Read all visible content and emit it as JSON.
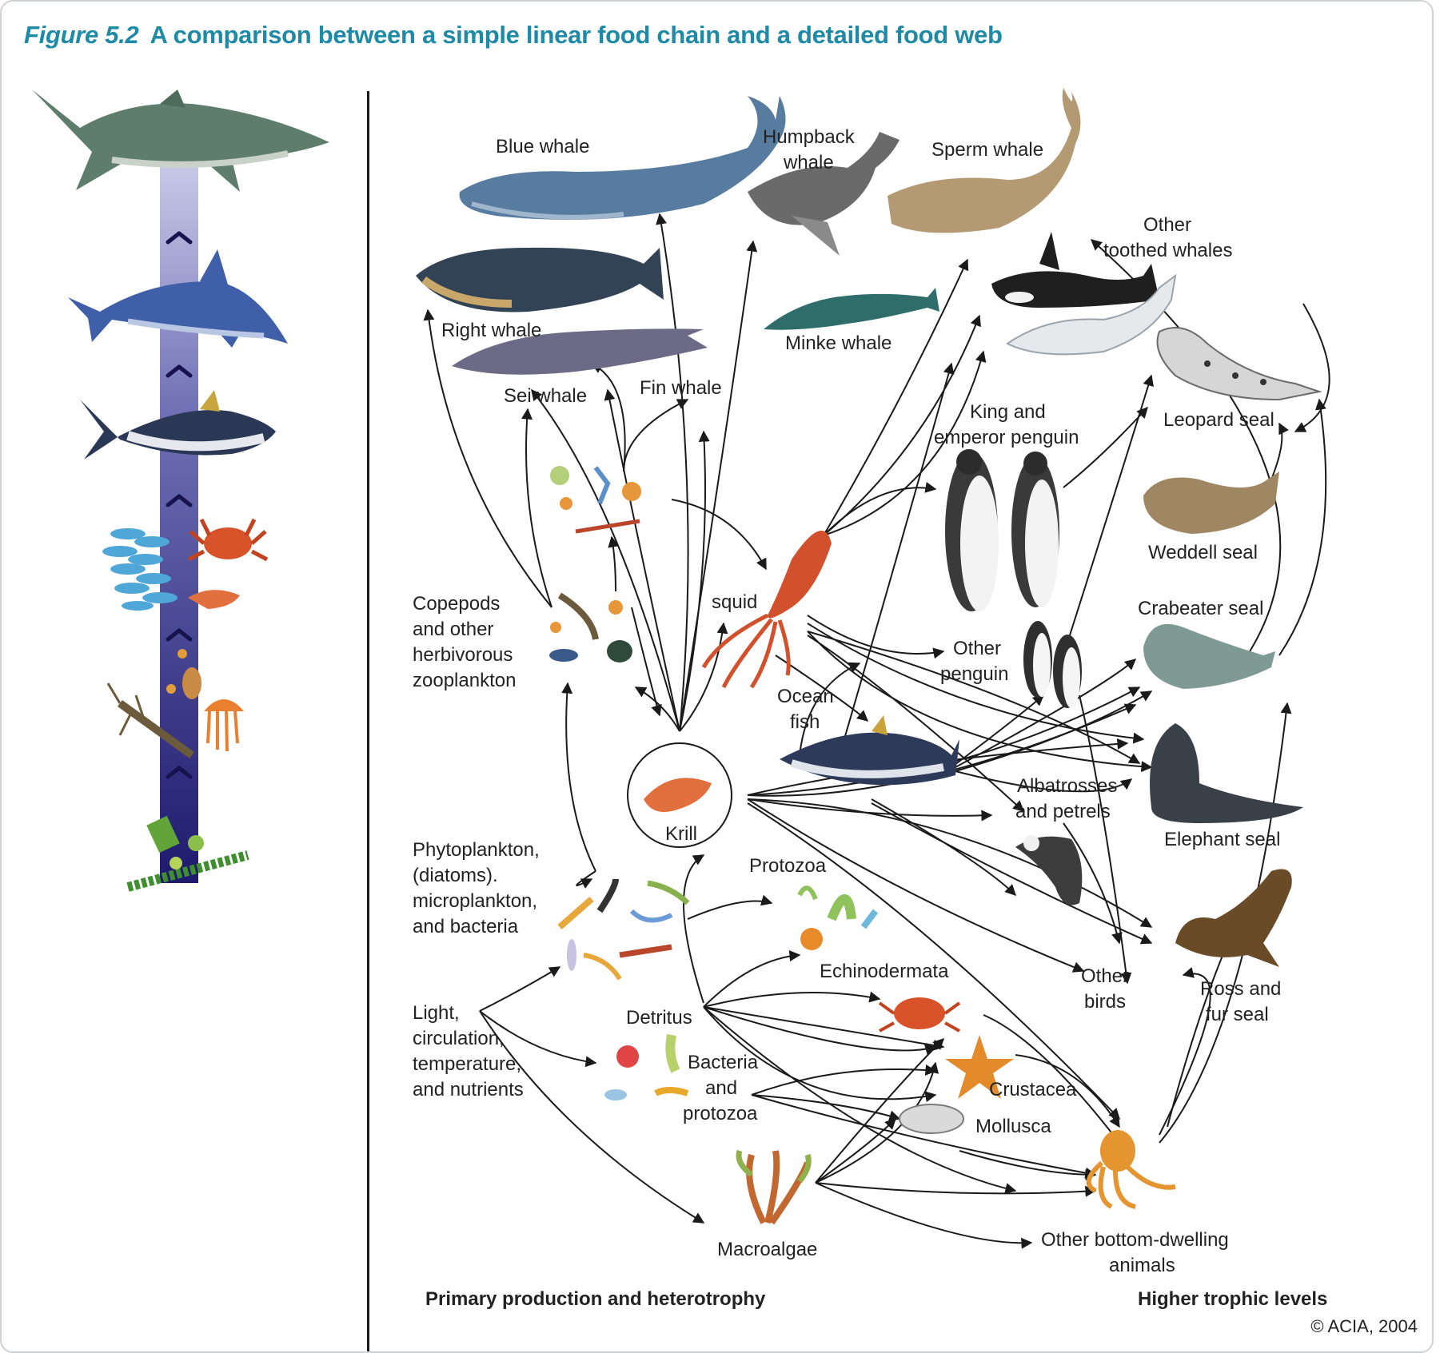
{
  "title": {
    "figure_number": "Figure 5.2",
    "text": "A comparison between a simple linear food chain and a detailed food web"
  },
  "labels": {
    "blue_whale": "Blue whale",
    "humpback_1": "Humpback",
    "humpback_2": "whale",
    "sperm_whale": "Sperm whale",
    "other_toothed_1": "Other",
    "other_toothed_2": "toothed whales",
    "right_whale": "Right whale",
    "minke_whale": "Minke whale",
    "sei_whale": "Sei whale",
    "fin_whale": "Fin whale",
    "leopard_seal": "Leopard seal",
    "king_1": "King and",
    "king_2": "emperor penguin",
    "weddell_seal": "Weddell seal",
    "crabeater_seal": "Crabeater seal",
    "copepods_1": "Copepods",
    "copepods_2": "and other",
    "copepods_3": "herbivorous",
    "copepods_4": "zooplankton",
    "squid": "squid",
    "other_penguin_1": "Other",
    "other_penguin_2": "penguin",
    "ocean_fish_1": "Ocean",
    "ocean_fish_2": "fish",
    "albatross_1": "Albatrosses",
    "albatross_2": "and petrels",
    "elephant_seal": "Elephant seal",
    "krill": "Krill",
    "phyto_1": "Phytoplankton,",
    "phyto_2": "(diatoms).",
    "phyto_3": "microplankton,",
    "phyto_4": "and bacteria",
    "protozoa": "Protozoa",
    "echinodermata": "Echinodermata",
    "other_birds_1": "Other",
    "other_birds_2": "birds",
    "ross_1": "Ross and",
    "ross_2": "fur seal",
    "light_1": "Light,",
    "light_2": "circulation,",
    "light_3": "temperature,",
    "light_4": "and nutrients",
    "detritus": "Detritus",
    "bacteria_1": "Bacteria",
    "bacteria_2": "and",
    "bacteria_3": "protozoa",
    "crustacea": "Crustacea",
    "mollusca": "Mollusca",
    "macroalgae": "Macroalgae",
    "bottom_1": "Other bottom-dwelling",
    "bottom_2": "animals",
    "primary": "Primary production and heterotrophy",
    "higher": "Higher trophic levels"
  },
  "copyright": "© ACIA, 2004",
  "colors": {
    "title": "#1e8aa6",
    "chain_bar_top": "#c9cbe8",
    "chain_bar_bottom": "#1e1a6e",
    "arrow": "#1a1a1a"
  }
}
